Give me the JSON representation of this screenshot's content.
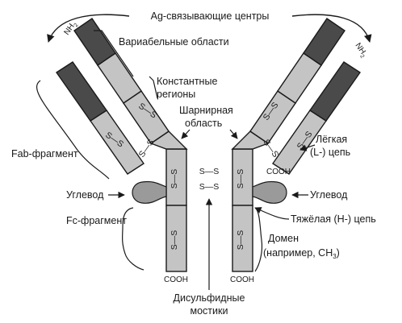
{
  "title": "Ag-связывающие центры",
  "labels": {
    "variable": "Вариабельные области",
    "constant": [
      "Константные",
      "регионы"
    ],
    "hinge": [
      "Шарнирная",
      "область"
    ],
    "fab": "Fab-фрагмент",
    "carbohydrate_left": "Углевод",
    "carbohydrate_right": "Углевод",
    "fc": "Fc-фрагмент",
    "light_chain": [
      "Лёгкая",
      "(L-) цепь"
    ],
    "heavy_chain": "Тяжёлая (Н-) цепь",
    "domain": [
      "Домен",
      "(например, СН"
    ],
    "domain_sub": "3",
    "domain_close": ")",
    "disulfide": [
      "Дисульфидные",
      "мостики"
    ]
  },
  "termini": {
    "nh2_left": "NH",
    "nh2_right": "NH",
    "nh2_sub": "2",
    "cooh_heavy_left": "COOH",
    "cooh_heavy_right": "COOH",
    "cooh_light_right": "COOH"
  },
  "bonds": {
    "ss": "S—S"
  },
  "colors": {
    "dark_region": "#4a4a4a",
    "constant_region": "#c4c4c4",
    "carbohydrate": "#9a9a9a",
    "outline": "#1a1a1a"
  }
}
